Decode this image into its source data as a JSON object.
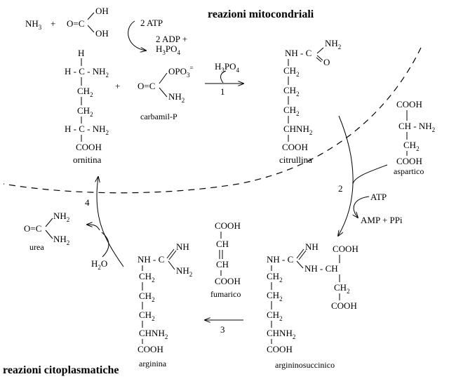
{
  "sections": {
    "mitochondrial": "reazioni mitocondriali",
    "cytoplasmic": "reazioni citoplasmatiche"
  },
  "reactants": {
    "nh3": "NH3",
    "plus1": "+",
    "plus2": "+",
    "co2_oh_top": "OH",
    "co2_oh_bottom": "OH",
    "co2_carbon": "O=C"
  },
  "cofactors": {
    "atp_in": "2 ATP",
    "adp_out": "2 ADP +",
    "pi_out": "H3PO4",
    "pi_release": "H3PO4",
    "atp_step2": "ATP",
    "amp_ppi": "AMP + PPi",
    "water": "H2O"
  },
  "steps": [
    "1",
    "2",
    "3",
    "4"
  ],
  "compounds": {
    "ornitina": {
      "name": "ornitina",
      "lines": [
        "H",
        "H - C - NH2",
        "CH2",
        "CH2",
        "H - C - NH2",
        "COOH"
      ]
    },
    "carbamil_p": {
      "name": "carbamil-P",
      "lines": [
        "OPO3=",
        "O=C",
        "NH2"
      ]
    },
    "citrullina": {
      "name": "citrullina",
      "lines": [
        "NH2",
        "NH - C",
        "O",
        "CH2",
        "CH2",
        "CH2",
        "CHNH2",
        "COOH"
      ]
    },
    "aspartico": {
      "name": "aspartico",
      "lines": [
        "COOH",
        "CH - NH2",
        "CH2",
        "COOH"
      ]
    },
    "argininosuccinico": {
      "name": "argininosuccinico",
      "lines": [
        "NH",
        "NH - C",
        "NH - CH",
        "COOH",
        "CH2",
        "COOH",
        "CH2",
        "CH2",
        "CH2",
        "CHNH2",
        "COOH"
      ]
    },
    "fumarico": {
      "name": "fumarico",
      "lines": [
        "COOH",
        "CH",
        "CH",
        "COOH"
      ]
    },
    "arginina": {
      "name": "arginina",
      "lines": [
        "NH",
        "NH - C",
        "NH2",
        "CH2",
        "CH2",
        "CH2",
        "CHNH2",
        "COOH"
      ]
    },
    "urea": {
      "name": "urea",
      "lines": [
        "NH2",
        "O=C",
        "NH2"
      ]
    }
  }
}
